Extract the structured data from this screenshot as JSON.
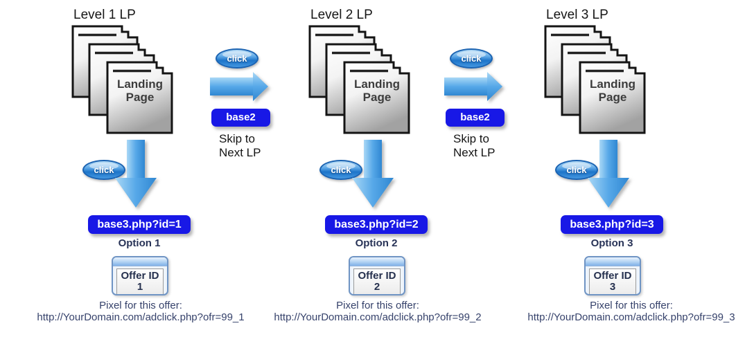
{
  "shared": {
    "click_label": "click",
    "landing_page_label": "Landing Page",
    "pixel_caption": "Pixel for this offer:"
  },
  "connectors": [
    {
      "base2_label": "base2",
      "skip_line1": "Skip to",
      "skip_line2": "Next LP"
    },
    {
      "base2_label": "base2",
      "skip_line1": "Skip to",
      "skip_line2": "Next LP"
    }
  ],
  "columns": [
    {
      "title": "Level 1 LP",
      "base3_label": "base3.php?id=1",
      "option_label": "Option 1",
      "offer_label": "Offer ID 1",
      "pixel_url": "http://YourDomain.com/adclick.php?ofr=99_1"
    },
    {
      "title": "Level 2 LP",
      "base3_label": "base3.php?id=2",
      "option_label": "Option 2",
      "offer_label": "Offer ID 2",
      "pixel_url": "http://YourDomain.com/adclick.php?ofr=99_2"
    },
    {
      "title": "Level 3 LP",
      "base3_label": "base3.php?id=3",
      "option_label": "Option 3",
      "offer_label": "Offer ID 3",
      "pixel_url": "http://YourDomain.com/adclick.php?ofr=99_3"
    }
  ],
  "colors": {
    "action_blue": "#1818e6",
    "arrow_blue": "#4aa0e2",
    "click_oval_blue": "#1d74c9",
    "navy_text": "#36426b"
  }
}
